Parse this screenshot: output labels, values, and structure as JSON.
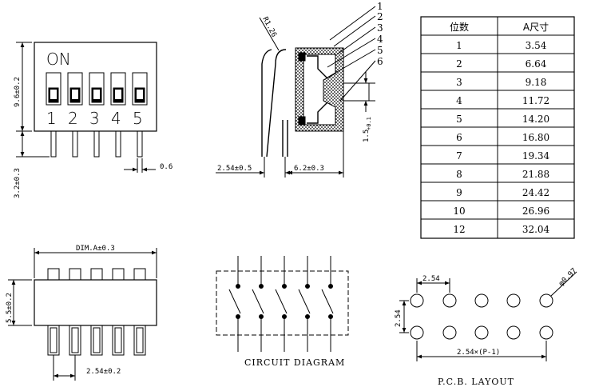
{
  "front_view": {
    "on_label": "ON",
    "switch_numbers": [
      "1",
      "2",
      "3",
      "4",
      "5"
    ],
    "dim_height": "9.6±0.2",
    "dim_pin_length": "3.2±0.3",
    "dim_pin_width": "0.6"
  },
  "side_view": {
    "radius_label": "R1.26",
    "part_numbers": [
      "1",
      "2",
      "3",
      "4",
      "5",
      "6"
    ],
    "dim_pin_offset": "2.54±0.5",
    "dim_body_width": "6.2±0.3",
    "dim_actuator": "1.5",
    "dim_actuator_tol": "+0.1"
  },
  "bottom_view": {
    "dim_length": "DIM.A±0.3",
    "dim_width": "5.5±0.2",
    "dim_pitch": "2.54±0.2"
  },
  "circuit": {
    "caption": "CIRCUIT DIAGRAM"
  },
  "pcb": {
    "caption": "P.C.B. LAYOUT",
    "dim_pitch_x": "2.54",
    "dim_pitch_y": "2.54",
    "dim_hole": "φ0.97",
    "dim_total": "2.54×(P-1)"
  },
  "table": {
    "headers": [
      "位数",
      "A尺寸"
    ],
    "rows": [
      [
        "1",
        "3.54"
      ],
      [
        "2",
        "6.64"
      ],
      [
        "3",
        "9.18"
      ],
      [
        "4",
        "11.72"
      ],
      [
        "5",
        "14.20"
      ],
      [
        "6",
        "16.80"
      ],
      [
        "7",
        "19.34"
      ],
      [
        "8",
        "21.88"
      ],
      [
        "9",
        "24.42"
      ],
      [
        "10",
        "26.96"
      ],
      [
        "12",
        "32.04"
      ]
    ]
  }
}
